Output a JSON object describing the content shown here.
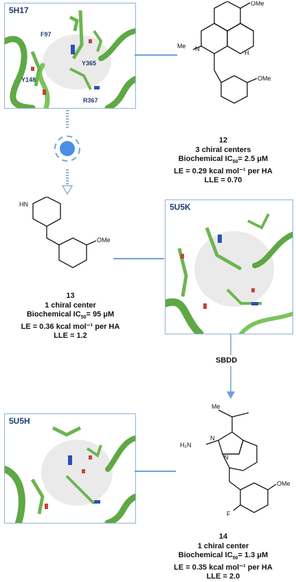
{
  "panels": {
    "top": {
      "code": "5H17",
      "residues": {
        "f97": "F97",
        "y365": "Y365",
        "y148": "Y148",
        "r367": "R367"
      }
    },
    "middle": {
      "code": "5U5K"
    },
    "bottom": {
      "code": "5U5H"
    }
  },
  "compounds": {
    "c12": {
      "number": "12",
      "chiral": "3 chiral centers",
      "ic50_prefix": "Biochemical IC",
      "ic50_sub": "50",
      "ic50_value": "= 2.5 μM",
      "le": "LE = 0.29 kcal mol⁻¹ per HA",
      "lle": "LLE = 0.70",
      "atoms": {
        "ome_top": "OMe",
        "me": "Me",
        "n": "N",
        "h": "H",
        "ome_side": "OMe"
      }
    },
    "c13": {
      "number": "13",
      "chiral": "1 chiral center",
      "ic50_prefix": "Biochemical IC",
      "ic50_sub": "50",
      "ic50_value": "= 95 μM",
      "le": "LE = 0.36 kcal mol⁻¹ per HA",
      "lle": "LLE = 1.2",
      "atoms": {
        "hn": "HN",
        "ome": "OMe"
      }
    },
    "c14": {
      "number": "14",
      "chiral": "1 chiral center",
      "ic50_prefix": "Biochemical IC",
      "ic50_sub": "50",
      "ic50_value": "= 1.3 μM",
      "le": "LE = 0.35 kcal mol⁻¹ per HA",
      "lle": "LLE = 2.0",
      "atoms": {
        "me": "Me",
        "h2n": "H₂N",
        "n1": "N",
        "n2": "N",
        "ome": "OMe",
        "f": "F"
      }
    }
  },
  "sbdd_label": "SBDD",
  "colors": {
    "panel_border": "#8fb0d6",
    "connector": "#6f9fd6",
    "protein": "#5fa845",
    "label": "#1f3c74"
  }
}
